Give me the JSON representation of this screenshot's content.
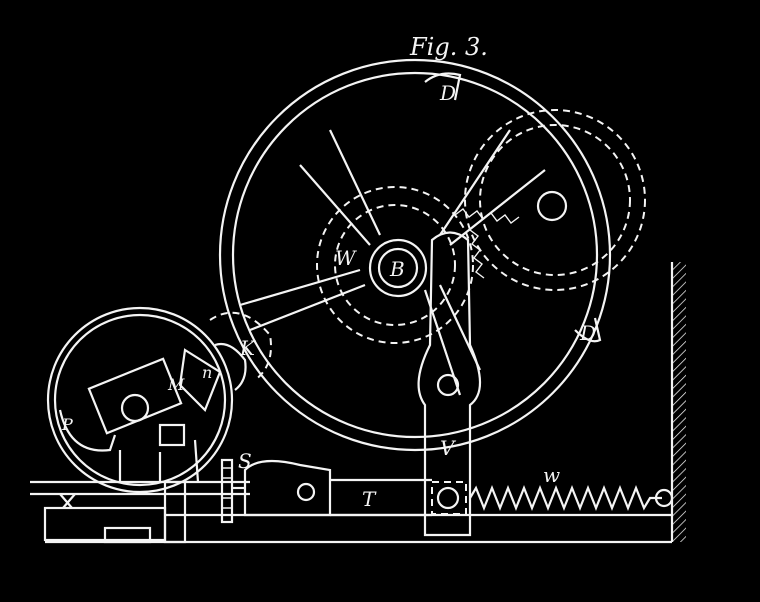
{
  "figure": {
    "caption": "Fig. 3.",
    "colors": {
      "background": "#000000",
      "ink": "#f4f4f4"
    },
    "labels": {
      "D_top": "D",
      "D_right": "D",
      "W": "W",
      "B": "B",
      "K": "K",
      "M": "M",
      "n": "n",
      "P": "P",
      "S": "S",
      "T": "T",
      "V": "V",
      "w": "w"
    }
  }
}
